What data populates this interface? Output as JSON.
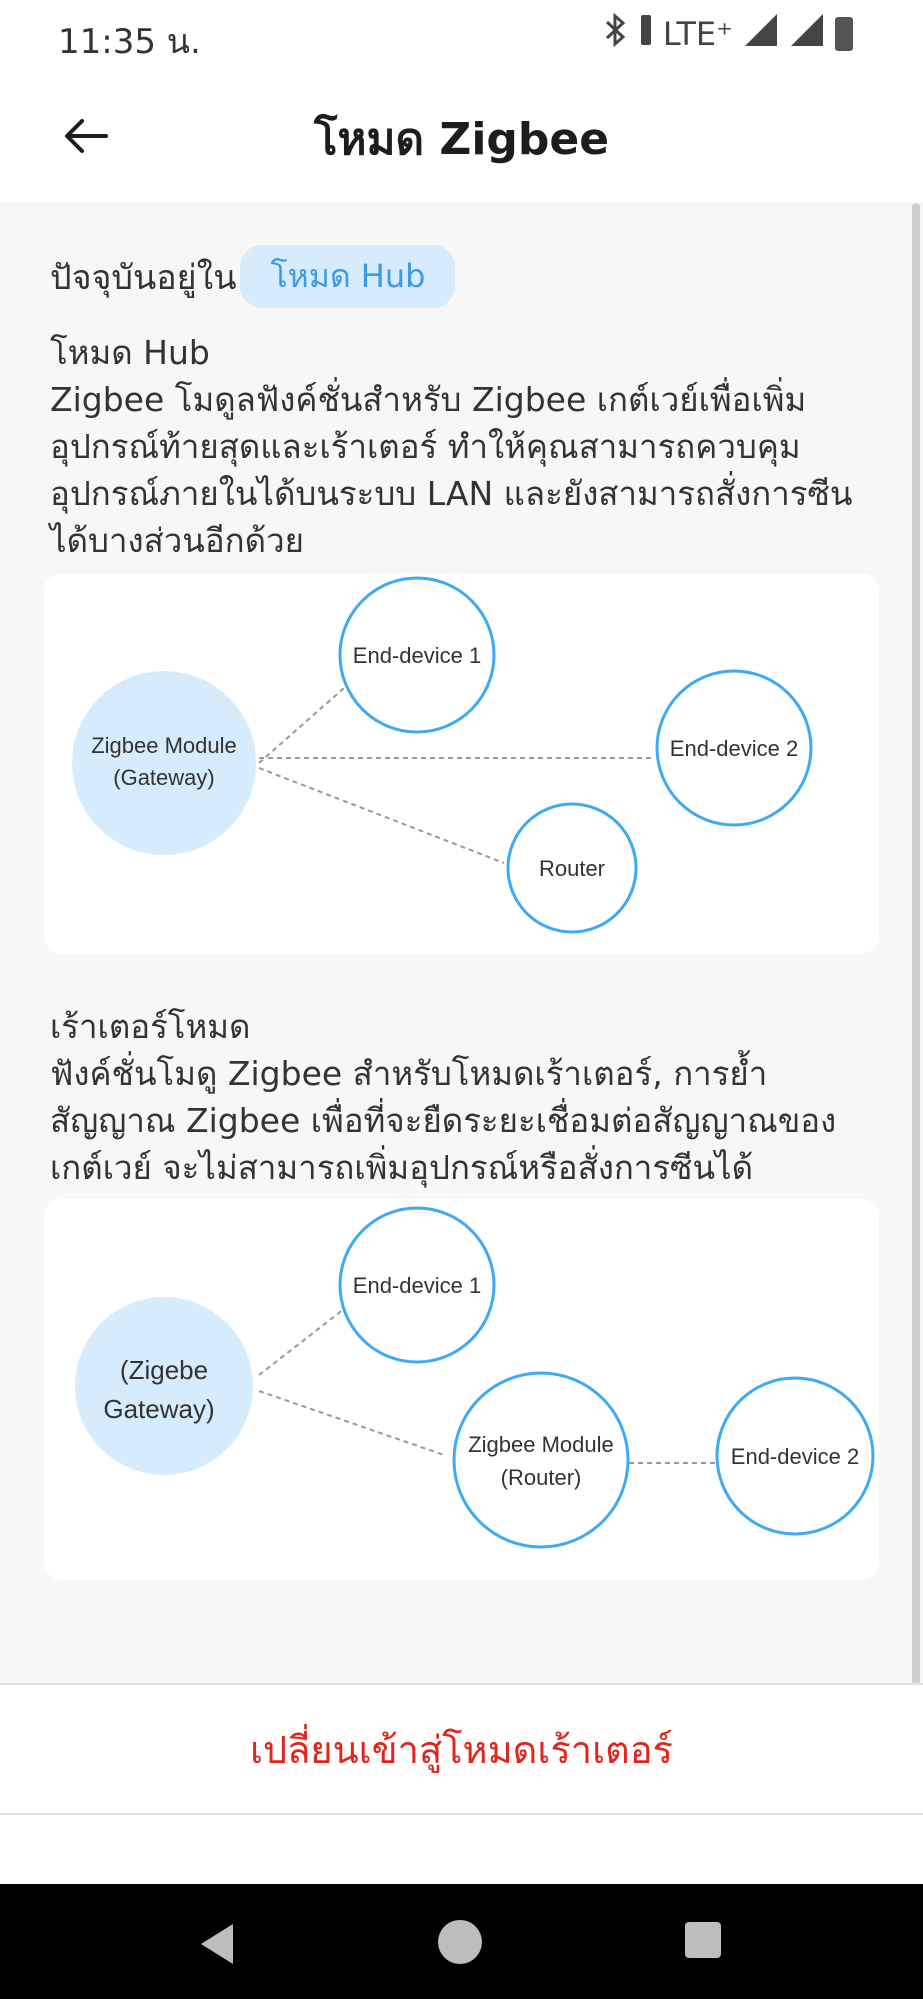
{
  "status_bar": {
    "time": "11:35 น.",
    "network": "LTE⁺",
    "icons": [
      "bluetooth-icon",
      "vibrate-icon",
      "signal-icon",
      "signal-icon",
      "battery-icon"
    ]
  },
  "app_bar": {
    "back_icon": "arrow-left-icon",
    "title": "โหมด Zigbee"
  },
  "current": {
    "label": "ปัจจุบันอยู่ใน",
    "mode": "โหมด Hub"
  },
  "hub_section": {
    "title": "โหมด Hub",
    "description": "Zigbee โมดูลฟังค์ชั่นสำหรับ Zigbee เกต์เวย์เพื่อเพิ่มอุปกรณ์ท้ายสุดและเร้าเตอร์ ทำให้คุณสามารถควบคุมอุปกรณ์ภายในได้บนระบบ LAN และยังสามารถสั่งการซีนได้บางส่วนอีกด้วย"
  },
  "hub_diagram": {
    "gateway_line1": "Zigbee Module",
    "gateway_line2": "(Gateway)",
    "end_device_1": "End-device 1",
    "end_device_2": "End-device 2",
    "router": "Router"
  },
  "router_section": {
    "title": "เร้าเตอร์โหมด",
    "description": "ฟังค์ชั่นโมดู Zigbee สำหรับโหมดเร้าเตอร์, การย้ำสัญญาณ Zigbee เพื่อที่จะยืดระยะเชื่อมต่อสัญญาณของเกต์เวย์ จะไม่สามารถเพิ่มอุปกรณ์หรือสั่งการซีนได้"
  },
  "router_diagram": {
    "gateway_line1": "(Zigebe",
    "gateway_line2": "Gateway)",
    "end_device_1": "End-device 1",
    "module_line1": "Zigbee Module",
    "module_line2": "(Router)",
    "end_device_2": "End-device 2"
  },
  "footer": {
    "switch_label": "เปลี่ยนเข้าสู่โหมดเร้าเตอร์"
  },
  "nav_bar": {
    "icons": [
      "back-triangle-icon",
      "home-circle-icon",
      "recent-square-icon"
    ]
  },
  "colors": {
    "accent_blue": "#3fa9f5",
    "pill_bg": "#d6ebfb",
    "warning_red": "#e1251b"
  }
}
